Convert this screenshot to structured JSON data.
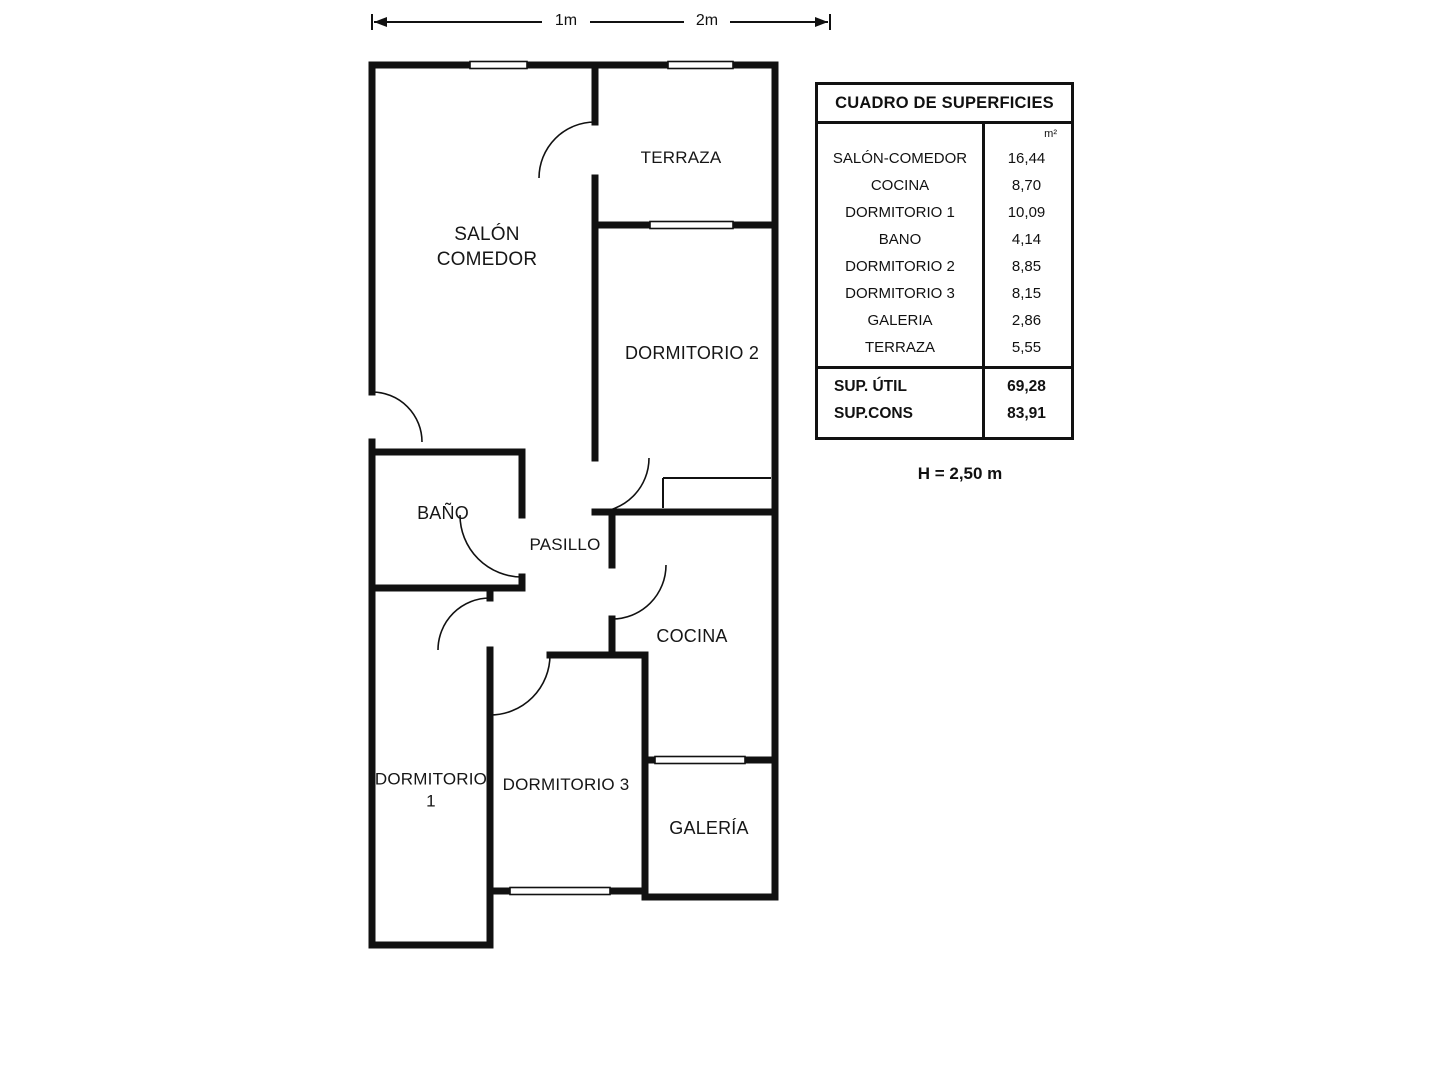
{
  "scale_bar": {
    "label_1": "1m",
    "label_2": "2m"
  },
  "floor_plan": {
    "rooms": [
      {
        "id": "salon-comedor",
        "label": "SALÓN\nCOMEDOR"
      },
      {
        "id": "terraza",
        "label": "TERRAZA"
      },
      {
        "id": "dormitorio-2",
        "label": "DORMITORIO 2"
      },
      {
        "id": "bano",
        "label": "BAÑO"
      },
      {
        "id": "pasillo",
        "label": "PASILLO"
      },
      {
        "id": "cocina",
        "label": "COCINA"
      },
      {
        "id": "dormitorio-1",
        "label": "DORMITORIO\n1"
      },
      {
        "id": "dormitorio-3",
        "label": "DORMITORIO 3"
      },
      {
        "id": "galeria",
        "label": "GALERÍA"
      }
    ]
  },
  "table": {
    "title": "CUADRO DE SUPERFICIES",
    "unit": "m²",
    "rows": [
      {
        "label": "SALÓN-COMEDOR",
        "value": "16,44"
      },
      {
        "label": "COCINA",
        "value": "8,70"
      },
      {
        "label": "DORMITORIO 1",
        "value": "10,09"
      },
      {
        "label": "BANO",
        "value": "4,14"
      },
      {
        "label": "DORMITORIO 2",
        "value": "8,85"
      },
      {
        "label": "DORMITORIO 3",
        "value": "8,15"
      },
      {
        "label": "GALERIA",
        "value": "2,86"
      },
      {
        "label": "TERRAZA",
        "value": "5,55"
      }
    ],
    "totals": [
      {
        "label": "SUP. ÚTIL",
        "value": "69,28"
      },
      {
        "label": "SUP.CONS",
        "value": "83,91"
      }
    ]
  },
  "height_note": "H = 2,50 m"
}
